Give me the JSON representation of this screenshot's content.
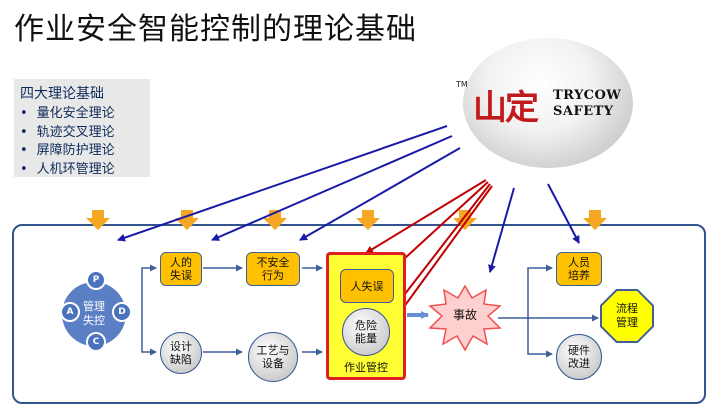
{
  "title": "作业安全智能控制的理论基础",
  "theory_box": {
    "heading": "四大理论基础",
    "items": [
      "量化安全理论",
      "轨迹交叉理论",
      "屏障防护理论",
      "人机环管理论"
    ]
  },
  "logo": {
    "tm": "TM",
    "chinese": "山定",
    "english_line1": "TRYCOW",
    "english_line2": "SAFETY"
  },
  "diagram": {
    "pdca_center": "管理\n失控",
    "pdca_letters": [
      "P",
      "A",
      "D",
      "C"
    ],
    "human_error": "人的\n失误",
    "unsafe_behavior": "不安全\n行为",
    "design_defect": "设计\n缺陷",
    "process_equipment": "工艺与\n设备",
    "ctrl_human_error": "人失误",
    "hazardous_energy": "危险\n能量",
    "work_control": "作业管控",
    "accident": "事故",
    "personnel_training": "人员\n培养",
    "process_management": "流程\n管理",
    "hardware_improvement": "硬件\n改进"
  },
  "colors": {
    "blue_arrow": "#1a1aa8",
    "red_arrow": "#c00000",
    "orange_arrow": "#f5a623",
    "node_orange": "#ffc000",
    "frame_blue": "#33558f",
    "highlight_yellow": "#ffff33"
  }
}
